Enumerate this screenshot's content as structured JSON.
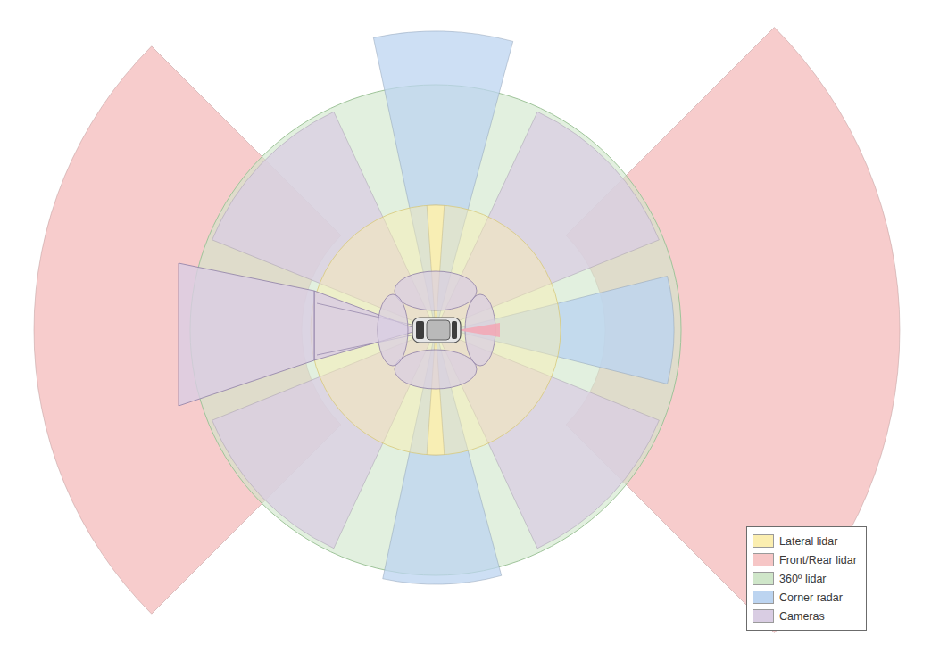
{
  "diagram": {
    "legend": [
      {
        "text": "Lateral lidar",
        "color": "#fbeeb0"
      },
      {
        "text": "Front/Rear lidar",
        "color": "#f6c6c6"
      },
      {
        "text": "360º lidar",
        "color": "#cfe6c9"
      },
      {
        "text": "Corner radar",
        "color": "#bcd4f0"
      },
      {
        "text": "Cameras",
        "color": "#d9cde3"
      }
    ]
  }
}
